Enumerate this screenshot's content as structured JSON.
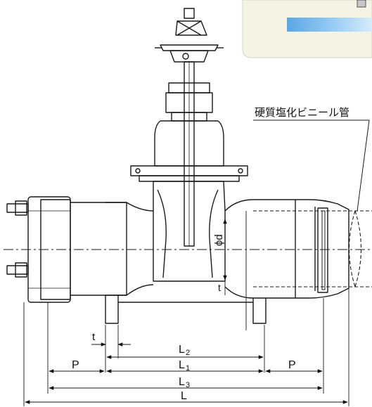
{
  "pipe_material_label": "硬質塩化ビニール管",
  "dims": {
    "L2": "L",
    "L2_sub": "2",
    "L1": "L",
    "L1_sub": "1",
    "L3": "L",
    "L3_sub": "3",
    "L": "L",
    "P_left": "P",
    "P_right": "P",
    "t_bottom": "t",
    "t_center": "t",
    "phi_d": "ϕd"
  },
  "colors": {
    "line": "#1a1a1a",
    "panel": "#f5f3e3",
    "panel_border": "#d9d6c0",
    "accent_from": "#9fd0f5",
    "accent_to": "#5aa6e6"
  }
}
